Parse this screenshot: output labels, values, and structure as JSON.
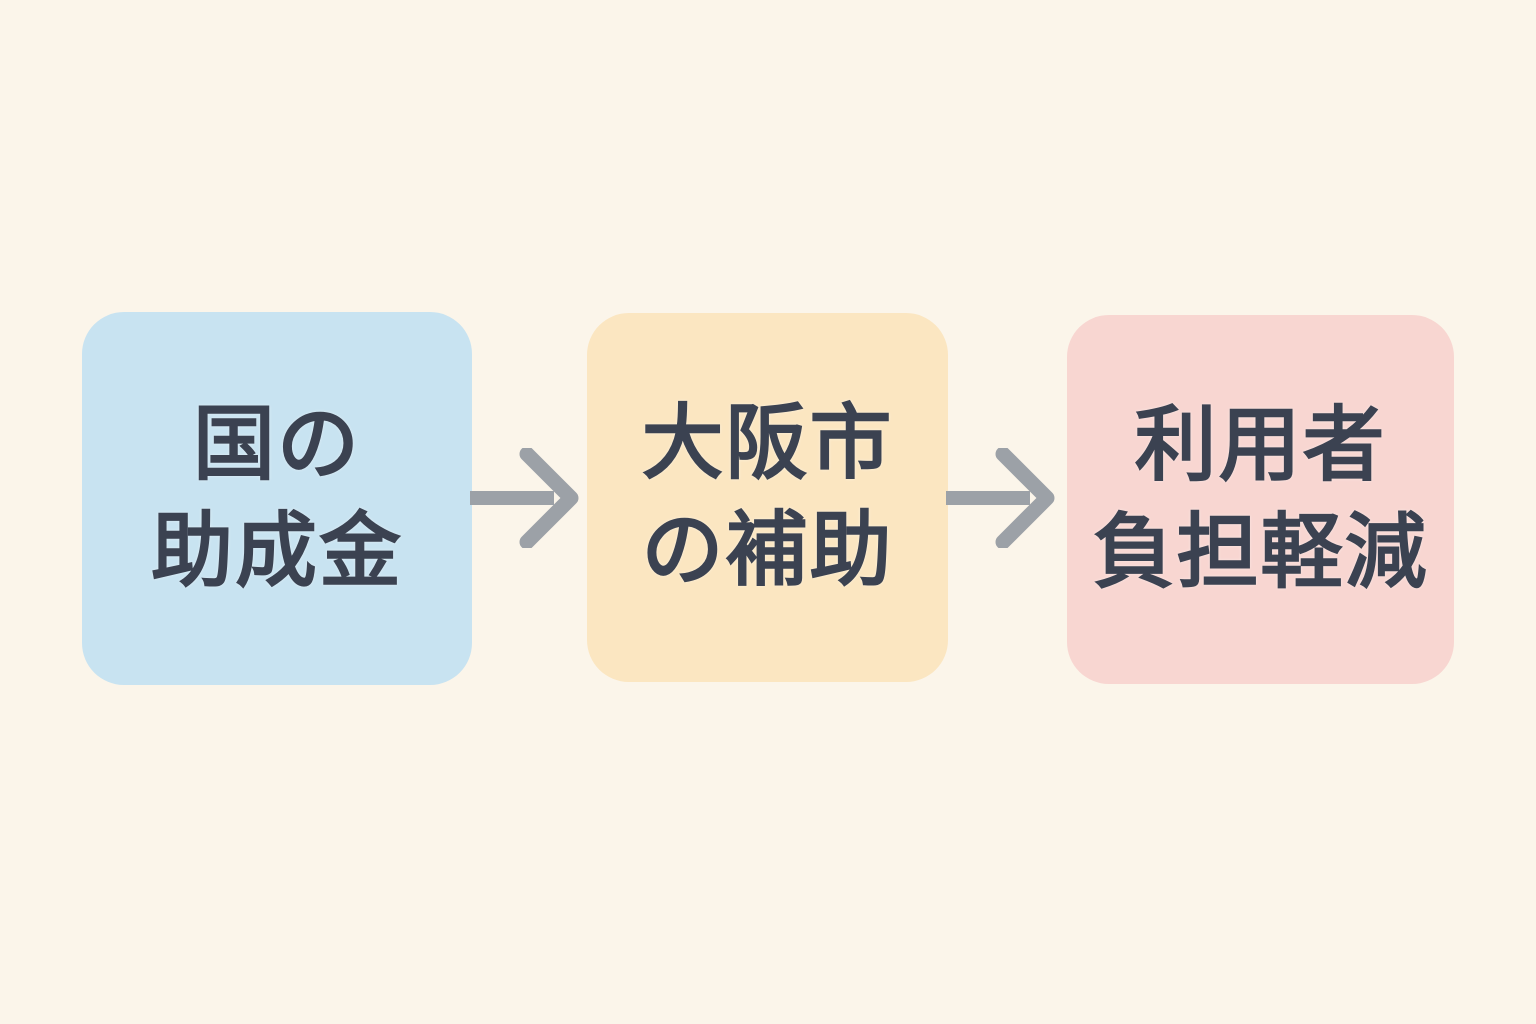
{
  "page": {
    "background_color": "#fbf5ea",
    "text_color": "#3b4251"
  },
  "diagram": {
    "type": "flow",
    "direction": "left-to-right",
    "nodes": [
      {
        "id": "national-subsidy",
        "lines": [
          "国の",
          "助成金"
        ],
        "full_label": "国の助成金",
        "bg_color": "#c8e3f1"
      },
      {
        "id": "osaka-city-subsidy",
        "lines": [
          "大阪市",
          "の補助"
        ],
        "full_label": "大阪市の補助",
        "bg_color": "#fbe6c1"
      },
      {
        "id": "user-burden-reduction",
        "lines": [
          "利用者",
          "負担軽減"
        ],
        "full_label": "利用者負担軽減",
        "bg_color": "#f8d6d1"
      }
    ],
    "arrow": {
      "color": "#9ca1a7",
      "count": 2
    }
  }
}
